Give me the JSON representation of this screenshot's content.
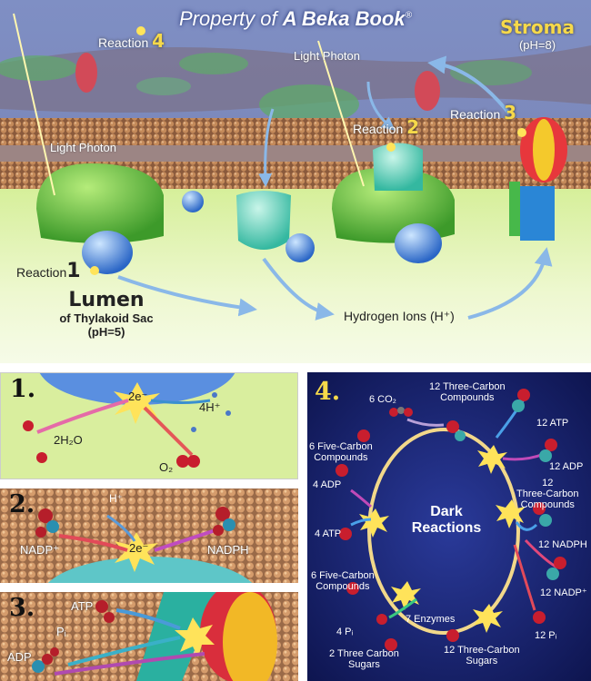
{
  "watermark": {
    "prefix": "Property of ",
    "brand": "A Beka Book",
    "mark": "®"
  },
  "top": {
    "stroma_title": "Stroma",
    "stroma_ph": "(pH=8)",
    "light_photon_left": "Light Photon",
    "light_photon_right": "Light Photon",
    "reaction_word": "Reaction",
    "r1": "1",
    "r2": "2",
    "r3": "3",
    "r4": "4",
    "lumen_title": "Lumen",
    "lumen_sub": "of Thylakoid Sac",
    "lumen_ph": "(pH=5)",
    "hydrogen_ions": "Hydrogen Ions (H⁺)"
  },
  "panel1": {
    "num": "1.",
    "e": "2e⁻",
    "h": "4H⁺",
    "water": "2H₂O",
    "oxygen": "O₂"
  },
  "panel2": {
    "num": "2.",
    "h": "H⁺",
    "e": "2e⁻",
    "nadp": "NADP⁺",
    "nadph": "NADPH"
  },
  "panel3": {
    "num": "3.",
    "atp": "ATP",
    "pi": "Pᵢ",
    "adp": "ADP"
  },
  "panel4": {
    "num": "4.",
    "title1": "Dark",
    "title2": "Reactions",
    "co2": "6 CO₂",
    "t3c_top": [
      "12 Three-Carbon",
      "Compounds"
    ],
    "atp12": "12 ATP",
    "adp12": "12 ADP",
    "t3c_right": [
      "12",
      "Three-Carbon",
      "Compounds"
    ],
    "nadph12": "12 NADPH",
    "nadp12": "12 NADP⁺",
    "pi12": "12 Pᵢ",
    "sugars12": [
      "12 Three-Carbon",
      "Sugars"
    ],
    "enzymes": "7 Enzymes",
    "sugars2": [
      "2 Three Carbon",
      "Sugars"
    ],
    "pi4": "4 Pᵢ",
    "f5c_bottom": [
      "6 Five-Carbon",
      "Compounds"
    ],
    "atp4": "4 ATP",
    "adp4": "4 ADP",
    "f5c_top": [
      "6 Five-Carbon",
      "Compounds"
    ]
  }
}
